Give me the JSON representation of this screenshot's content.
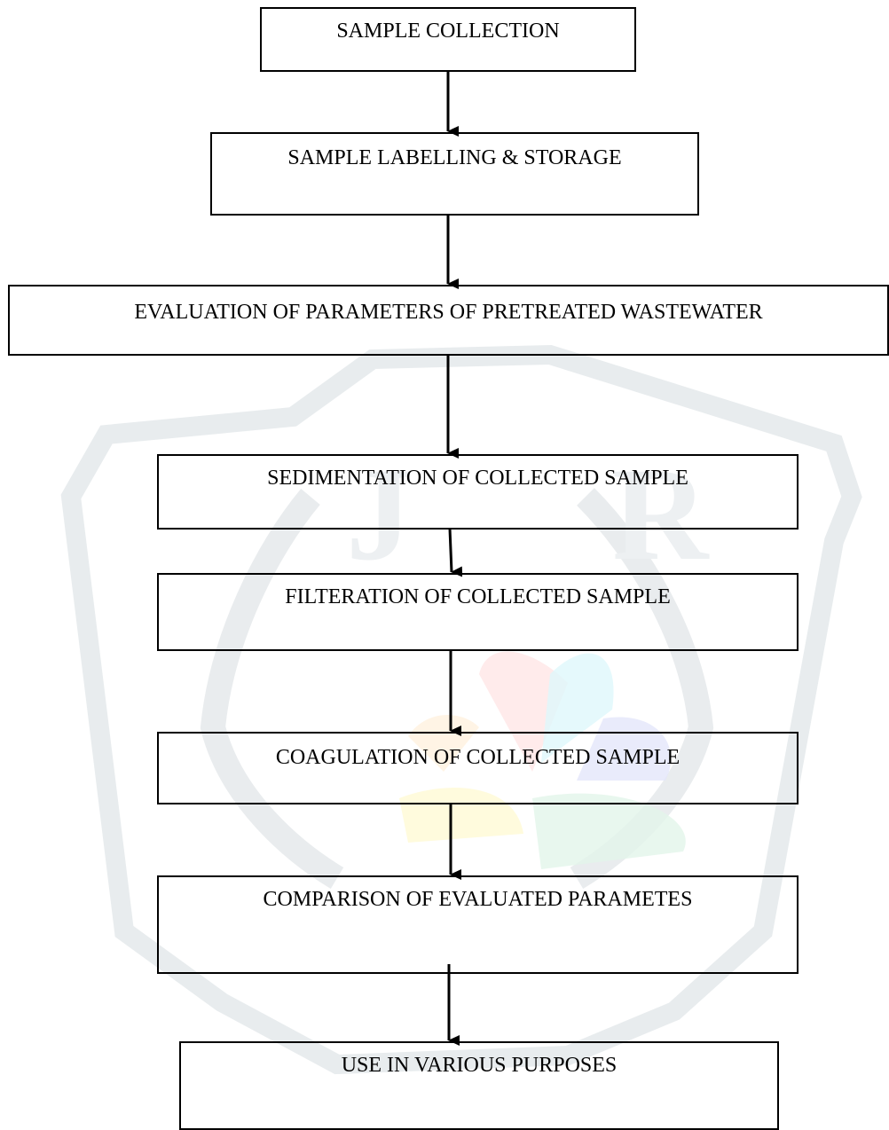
{
  "diagram": {
    "steps": [
      {
        "label": "SAMPLE COLLECTION"
      },
      {
        "label": "SAMPLE LABELLING & STORAGE"
      },
      {
        "label": "EVALUATION OF PARAMETERS OF PRETREATED WASTEWATER"
      },
      {
        "label": "SEDIMENTATION OF COLLECTED SAMPLE"
      },
      {
        "label": "FILTERATION OF COLLECTED SAMPLE"
      },
      {
        "label": "COAGULATION OF COLLECTED SAMPLE"
      },
      {
        "label": "COMPARISON OF EVALUATED PARAMETES"
      },
      {
        "label": "USE IN VARIOUS PURPOSES"
      }
    ],
    "colors": {
      "stroke": "#000000",
      "watermark_gray": "#eef1f3",
      "watermark_blue": "#e3e8ea"
    }
  }
}
